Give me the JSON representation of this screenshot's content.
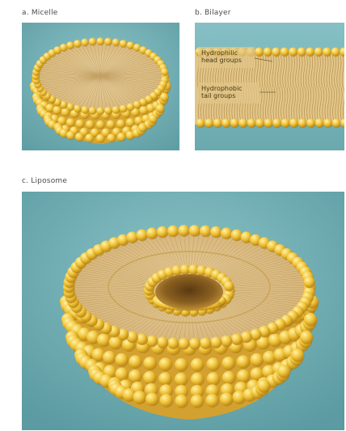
{
  "panels": {
    "a": {
      "label": "a. Micelle"
    },
    "b": {
      "label": "b. Bilayer",
      "label_upper": "Hydrophilic\nhead groups",
      "label_lower": "Hydrophobic\ntail groups"
    },
    "c": {
      "label": "c. Liposome"
    }
  },
  "colors": {
    "background_teal": "#76b3b8",
    "head_yellow": "#f0c43e",
    "tail_tan": "#d8b57a",
    "shadow": "#b98c22"
  }
}
